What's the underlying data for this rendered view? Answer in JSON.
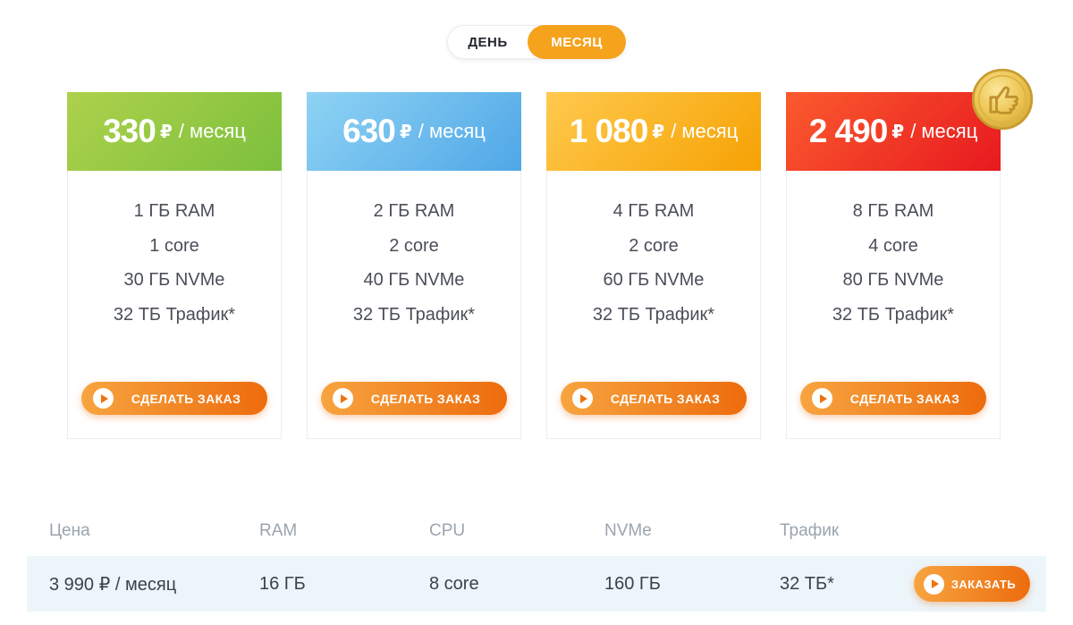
{
  "toggle": {
    "day_label": "ДЕНЬ",
    "month_label": "МЕСЯЦ",
    "active_option": "МЕСЯЦ",
    "active_bg": "#f5a21c"
  },
  "plans": [
    {
      "price": "330",
      "currency": "₽",
      "period": "/ месяц",
      "header_gradient": [
        "#aed14c",
        "#7cc03c"
      ],
      "features": [
        "1 ГБ RAM",
        "1 core",
        "30 ГБ NVMe",
        "32 ТБ Трафик*"
      ],
      "order_label": "СДЕЛАТЬ ЗАКАЗ"
    },
    {
      "price": "630",
      "currency": "₽",
      "period": "/ месяц",
      "header_gradient": [
        "#8fd3f4",
        "#4fa7e7"
      ],
      "features": [
        "2 ГБ RAM",
        "2 core",
        "40 ГБ NVMe",
        "32 ТБ Трафик*"
      ],
      "order_label": "СДЕЛАТЬ ЗАКАЗ"
    },
    {
      "price": "1 080",
      "currency": "₽",
      "period": "/ месяц",
      "header_gradient": [
        "#ffc94e",
        "#f6a203"
      ],
      "features": [
        "4 ГБ RAM",
        "2 core",
        "60 ГБ NVMe",
        "32 ТБ Трафик*"
      ],
      "order_label": "СДЕЛАТЬ ЗАКАЗ"
    },
    {
      "price": "2 490",
      "currency": "₽",
      "period": "/ месяц",
      "header_gradient": [
        "#fb5b2e",
        "#e7191f"
      ],
      "features": [
        "8 ГБ RAM",
        "4 core",
        "80 ГБ NVMe",
        "32 ТБ Трафик*"
      ],
      "order_label": "СДЕЛАТЬ ЗАКАЗ",
      "badge": "thumbs-up-coin"
    }
  ],
  "table": {
    "headers": [
      "Цена",
      "RAM",
      "CPU",
      "NVMe",
      "Трафик"
    ],
    "row": {
      "price": "3 990 ₽ / месяц",
      "ram": "16 ГБ",
      "cpu": "8 core",
      "nvme": "160 ГБ",
      "traffic": "32 ТБ*",
      "order_label": "ЗАКАЗАТЬ"
    },
    "row_bg": "#ecf5fa"
  },
  "colors": {
    "button_gradient": [
      "#f7a440",
      "#ed6c0d"
    ],
    "feature_text": "#4a4e57",
    "table_header_text": "#9aa4ae",
    "coin_gold": "#edc552"
  }
}
